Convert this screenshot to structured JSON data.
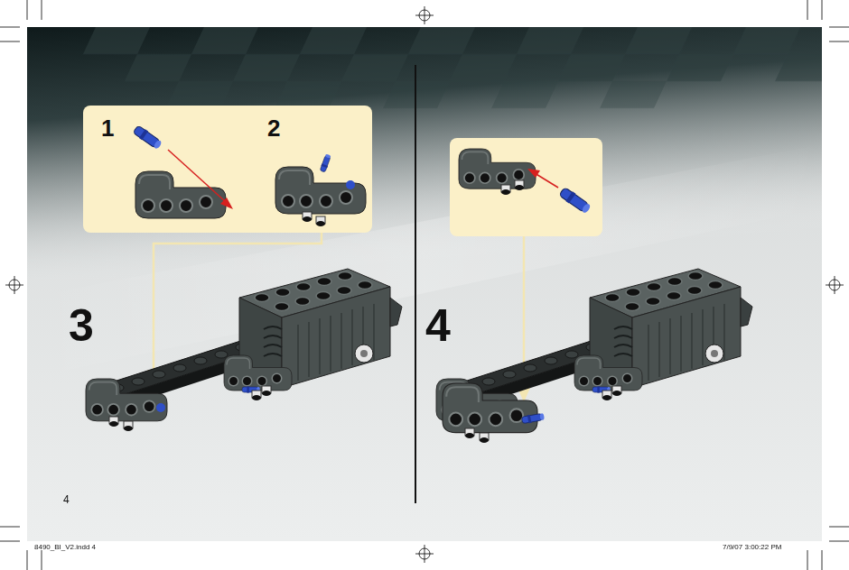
{
  "diagram": {
    "nodes": [
      {
        "text": [
          "1",
          "2"
        ]
      }
    ],
    "labels": [
      "3",
      "4",
      "4",
      "8490_BI_V2.indd 4",
      "7/9/07 3:00:22 PM"
    ]
  }
}
